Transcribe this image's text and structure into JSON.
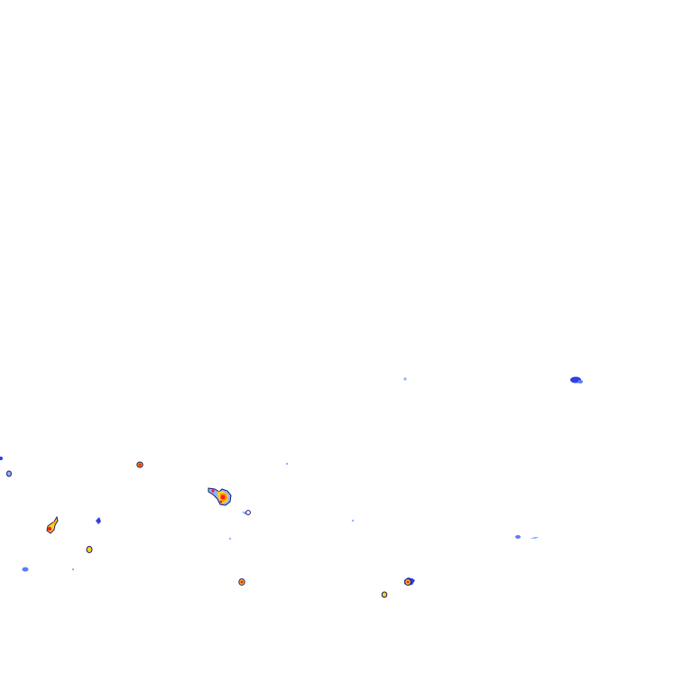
{
  "map": {
    "type": "weather-radar-overlay",
    "background": "#ffffff",
    "intensity_colors": {
      "very_light": "#8fb4ff",
      "light": "#5a7dff",
      "moderate": "#2f3fe0",
      "heavy": "#ffd21a",
      "very_heavy": "#ff8c00",
      "extreme": "#ff1a1a",
      "outline": "#1a1a6e"
    },
    "echoes": [
      {
        "name": "echo-far-east",
        "intensity": "moderate"
      },
      {
        "name": "echo-speck-center",
        "intensity": "very_light"
      },
      {
        "name": "echo-west-edge",
        "intensity": "moderate"
      },
      {
        "name": "echo-west-small",
        "intensity": "light"
      },
      {
        "name": "echo-west-cell",
        "intensity": "extreme"
      },
      {
        "name": "echo-southwest-blue",
        "intensity": "light"
      },
      {
        "name": "echo-southwest-cell",
        "intensity": "heavy"
      },
      {
        "name": "echo-main-storm",
        "intensity": "extreme"
      },
      {
        "name": "echo-main-satellite",
        "intensity": "light"
      },
      {
        "name": "echo-central-south",
        "intensity": "extreme"
      },
      {
        "name": "echo-east-pair",
        "intensity": "light"
      },
      {
        "name": "echo-southeast-cell",
        "intensity": "heavy"
      },
      {
        "name": "echo-southeast-small",
        "intensity": "heavy"
      }
    ]
  }
}
